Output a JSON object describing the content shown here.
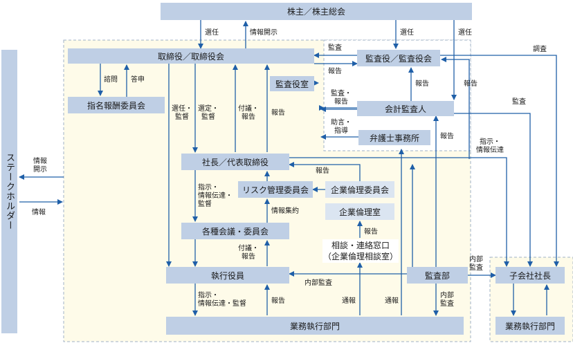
{
  "boxes": {
    "shareholders": "株主／株主総会",
    "board": "取締役／取締役会",
    "auditors": "監査役／監査役会",
    "audit_office": "監査役室",
    "accounting_auditor": "会計監査人",
    "law_firm": "弁護士事務所",
    "nomination_committee": "指名報酬委員会",
    "president": "社長／代表取締役",
    "risk_committee": "リスク管理委員会",
    "ethics_committee": "企業倫理委員会",
    "ethics_office": "企業倫理室",
    "meetings": "各種会議・委員会",
    "consultation_line1": "相談・連絡窓口",
    "consultation_line2": "（企業倫理相談室）",
    "officers": "執行役員",
    "audit_dept": "監査部",
    "operations": "業務執行部門",
    "subsidiary_president": "子会社社長",
    "subsidiary_operations": "業務執行部門",
    "stakeholders": "ステークホルダー"
  },
  "labels": {
    "elect1": "選任",
    "disclosure1": "情報開示",
    "elect2": "選任",
    "elect3": "選任",
    "audit1": "監査",
    "investigate": "調査",
    "report1": "報告",
    "report2": "報告",
    "report3": "報告",
    "consult": "諮問",
    "reply": "答申",
    "elect_supervise_1": "選任・",
    "elect_supervise_2": "監督",
    "appoint_supervise_1": "選定・",
    "appoint_supervise_2": "監督",
    "submit_report_1": "付議・",
    "submit_report_2": "報告",
    "report4": "報告",
    "audit_report_1": "監査・",
    "audit_report_2": "報告",
    "advice_1": "助言・",
    "advice_2": "指導",
    "report5": "報告",
    "audit2": "監査",
    "instruct_info_1": "指示・",
    "instruct_info_2": "情報伝達",
    "disclosure_left_1": "情報",
    "disclosure_left_2": "開示",
    "info_left": "情報",
    "report6": "報告",
    "instruct_sup_1": "指示・",
    "instruct_sup_2": "情報伝達・",
    "instruct_sup_3": "監督",
    "info_collect": "情報集約",
    "report7": "報告",
    "submit_report2_1": "付議・",
    "submit_report2_2": "報告",
    "internal_audit1_1": "内部",
    "internal_audit1_2": "監査",
    "internal_audit2": "内部監査",
    "internal_audit3_1": "内部",
    "internal_audit3_2": "監査",
    "instruct_sup_bottom": "指示・",
    "instruct_sup_bottom2": "情報伝達・監督",
    "report8": "報告",
    "notify1": "通報",
    "notify2": "通報"
  }
}
